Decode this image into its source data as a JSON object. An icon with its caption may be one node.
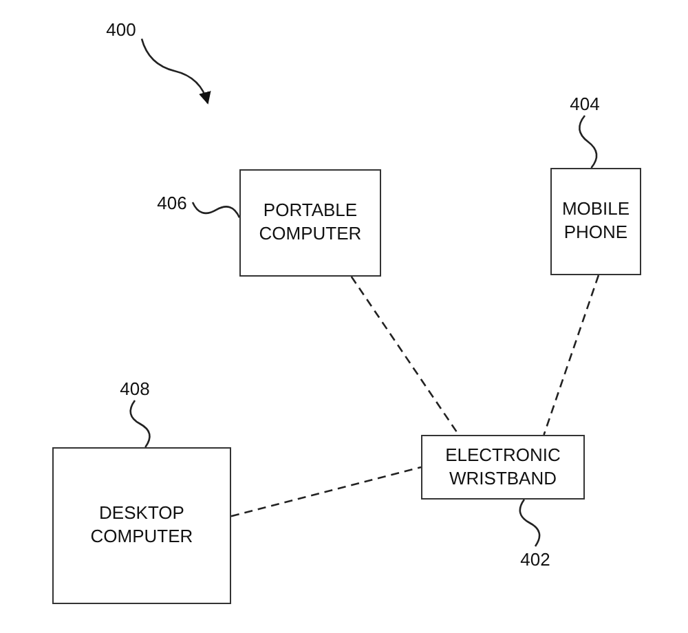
{
  "diagram": {
    "nodes": [
      {
        "text": [
          "400"
        ]
      },
      {
        "text": [
          "404"
        ]
      },
      {
        "text": [
          "406"
        ]
      },
      {
        "text": [
          "PORTABLE COMPUTER"
        ]
      },
      {
        "text": [
          "MOBILE PHONE"
        ]
      },
      {
        "text": [
          "408"
        ]
      },
      {
        "text": [
          "ELECTRONIC WRISTBAND"
        ]
      },
      {
        "text": [
          "DESKTOP COMPUTER"
        ]
      },
      {
        "text": [
          "402"
        ]
      }
    ],
    "edges": [
      {
        "from": 0,
        "to": null,
        "arrow": "to"
      },
      {
        "from": 1,
        "to": 4,
        "arrow": "none"
      },
      {
        "from": 2,
        "to": 3,
        "arrow": "none"
      },
      {
        "from": 5,
        "to": 7,
        "arrow": "none"
      },
      {
        "from": 8,
        "to": 6,
        "arrow": "none"
      },
      {
        "from": 3,
        "to": 6,
        "arrow": "none",
        "style": "dashed"
      },
      {
        "from": 4,
        "to": 6,
        "arrow": "none",
        "style": "dashed"
      },
      {
        "from": 7,
        "to": 6,
        "arrow": "none",
        "style": "dashed"
      }
    ]
  }
}
